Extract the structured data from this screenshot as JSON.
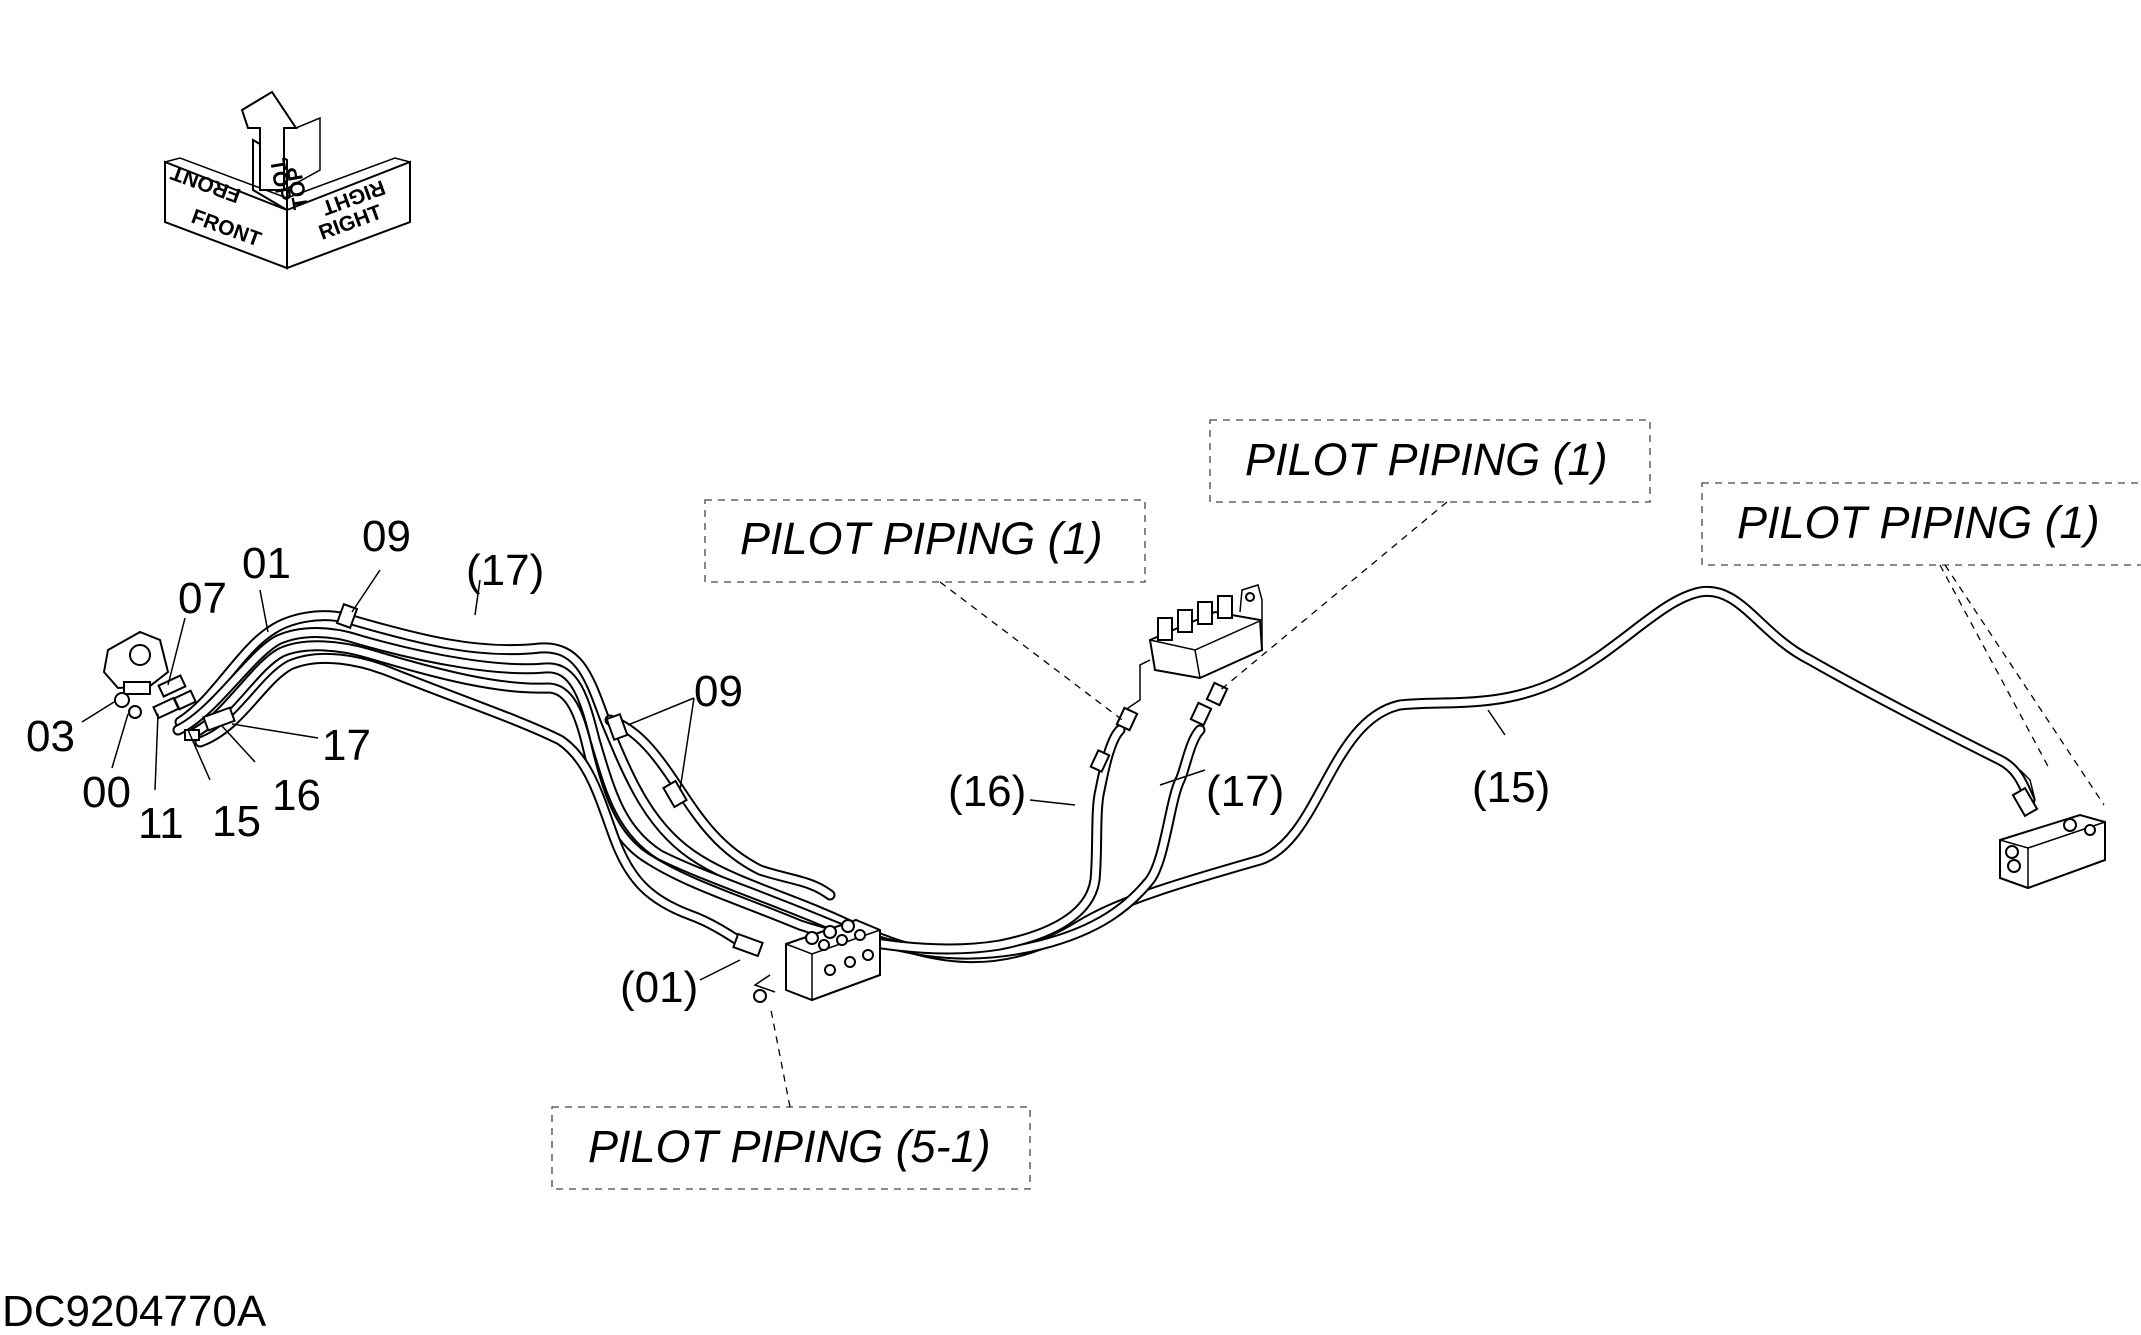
{
  "orientation": {
    "front": "FRONT",
    "top": "TOP",
    "right": "RIGHT"
  },
  "callouts": {
    "pilot_piping_a": "PILOT PIPING (1)",
    "pilot_piping_b": "PILOT PIPING (1)",
    "pilot_piping_c": "PILOT PIPING (1)",
    "pilot_piping_5_1": "PILOT PIPING (5-1)"
  },
  "part_labels": {
    "p01": "01",
    "p09_top": "09",
    "p17_paren_top": "(17)",
    "p07": "07",
    "p03": "03",
    "p00": "00",
    "p11": "11",
    "p15": "15",
    "p16": "16",
    "p17": "17",
    "p09_mid": "09",
    "p16_paren": "(16)",
    "p17_paren": "(17)",
    "p15_paren": "(15)",
    "p01_paren": "(01)"
  },
  "document_id": "DC9204770A"
}
